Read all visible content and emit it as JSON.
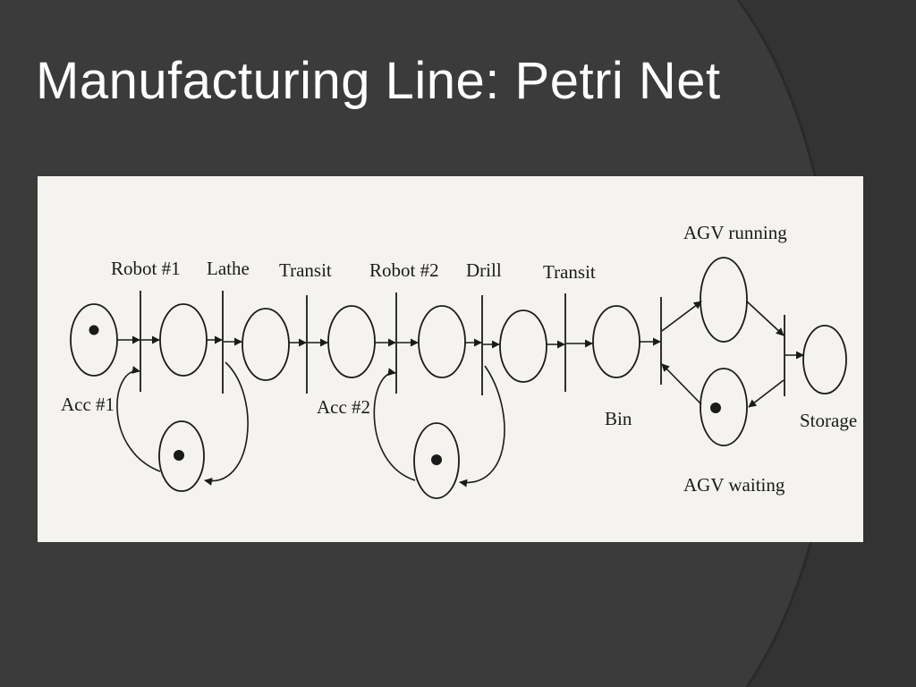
{
  "slide": {
    "title": "Manufacturing Line: Petri Net"
  },
  "colors": {
    "background": "#3b3b3b",
    "arc_accent": "#2c2c2c",
    "figure_bg": "#f4f3ef",
    "ink": "#1a1a1a"
  },
  "diagram": {
    "transition_labels": {
      "robot1": "Robot #1",
      "lathe": "Lathe",
      "transit1": "Transit",
      "robot2": "Robot #2",
      "drill": "Drill",
      "transit2": "Transit"
    },
    "place_labels": {
      "acc1": "Acc #1",
      "acc2": "Acc #2",
      "bin": "Bin",
      "agv_running": "AGV running",
      "agv_waiting": "AGV waiting",
      "storage": "Storage"
    },
    "tokens": {
      "input": 1,
      "acc1": 1,
      "acc2": 1,
      "agv_waiting": 1
    }
  }
}
